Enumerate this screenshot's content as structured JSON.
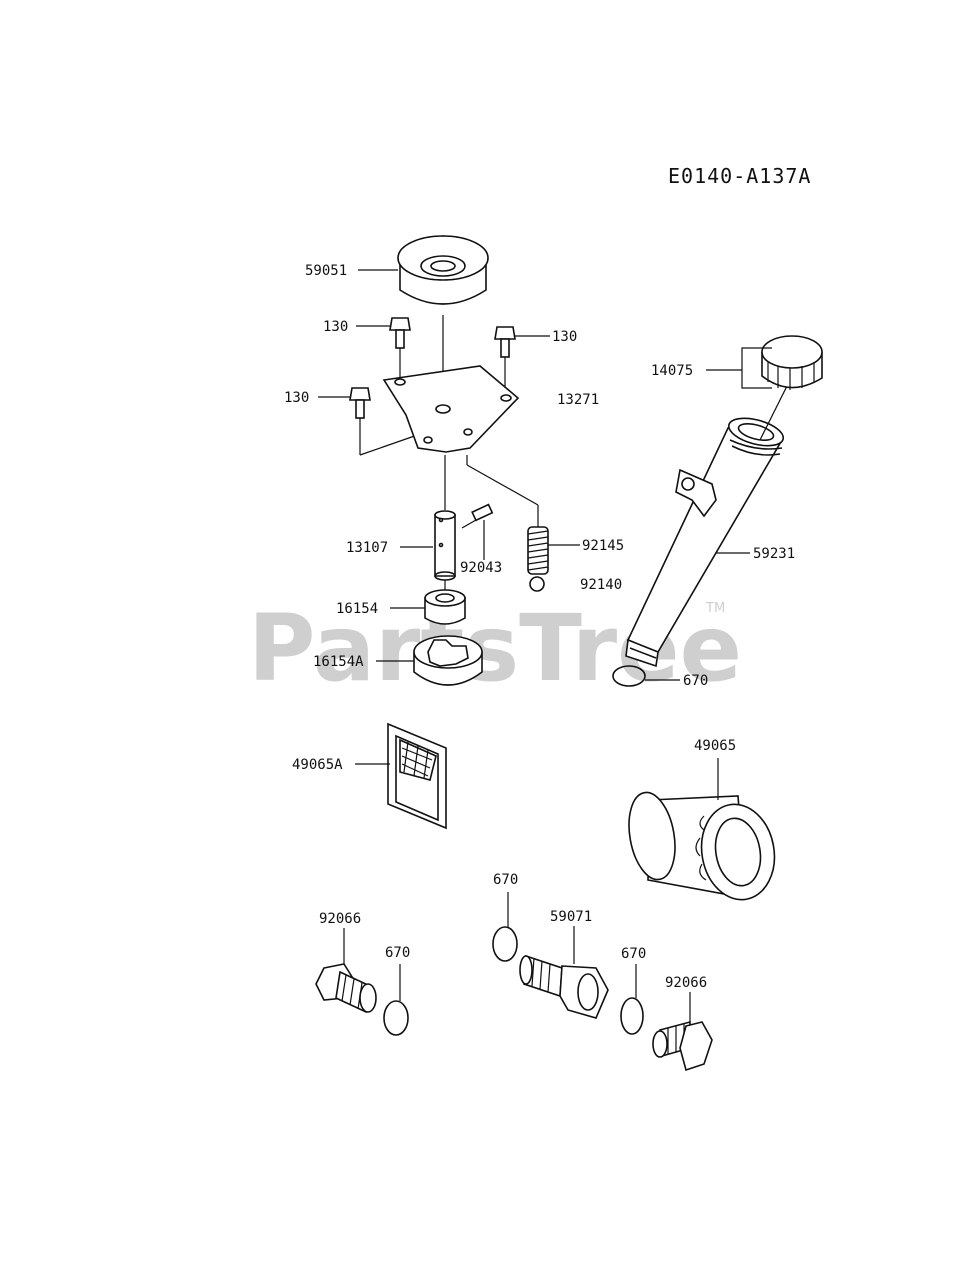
{
  "diagram_code": "E0140-A137A",
  "watermark": "PartsTree",
  "watermark_tm": "TM",
  "labels": {
    "p59051": "59051",
    "p130a": "130",
    "p130b": "130",
    "p130c": "130",
    "p13271": "13271",
    "p13107": "13107",
    "p92043": "92043",
    "p92145": "92145",
    "p92140": "92140",
    "p16154": "16154",
    "p16154A": "16154A",
    "p14075": "14075",
    "p59231": "59231",
    "p670a": "670",
    "p49065A": "49065A",
    "p49065": "49065",
    "p670b": "670",
    "p59071": "59071",
    "p670c": "670",
    "p92066a": "92066",
    "p670d": "670",
    "p92066b": "92066"
  }
}
